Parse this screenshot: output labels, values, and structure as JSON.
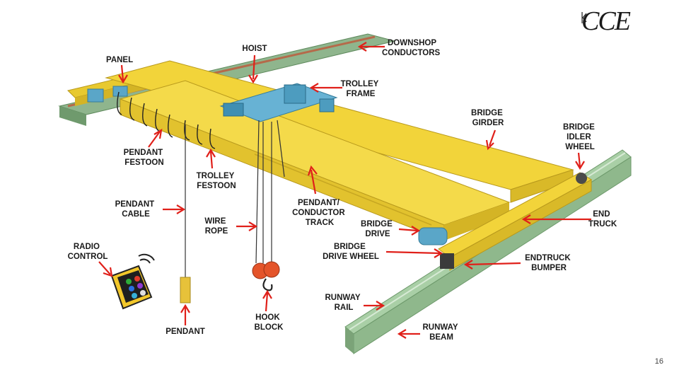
{
  "logo": {
    "text": "CCE"
  },
  "page_number": "16",
  "colors": {
    "crane_yellow": "#f2d43a",
    "hoist_blue": "#5aa6c8",
    "rail_green": "#9cc29a",
    "arrow_red": "#e0201a"
  },
  "labels": {
    "hoist": [
      "HOIST"
    ],
    "downshop_conductors": [
      "DOWNSHOP",
      "CONDUCTORS"
    ],
    "panel": [
      "PANEL"
    ],
    "trolley_frame": [
      "TROLLEY",
      "FRAME"
    ],
    "bridge_girder": [
      "BRIDGE",
      "GIRDER"
    ],
    "bridge_idler_wheel": [
      "BRIDGE",
      "IDLER",
      "WHEEL"
    ],
    "pendant_festoon": [
      "PENDANT",
      "FESTOON"
    ],
    "trolley_festoon": [
      "TROLLEY",
      "FESTOON"
    ],
    "pendant_cable": [
      "PENDANT",
      "CABLE"
    ],
    "pendant_conductor_track": [
      "PENDANT/",
      "CONDUCTOR",
      "TRACK"
    ],
    "wire_rope": [
      "WIRE",
      "ROPE"
    ],
    "end_truck": [
      "END",
      "TRUCK"
    ],
    "bridge_drive": [
      "BRIDGE",
      "DRIVE"
    ],
    "bridge_drive_wheel": [
      "BRIDGE",
      "DRIVE WHEEL"
    ],
    "radio_control": [
      "RADIO",
      "CONTROL"
    ],
    "endtruck_bumper": [
      "ENDTRUCK",
      "BUMPER"
    ],
    "runway_rail": [
      "RUNWAY",
      "RAIL"
    ],
    "hook_block": [
      "HOOK",
      "BLOCK"
    ],
    "runway_beam": [
      "RUNWAY",
      "BEAM"
    ],
    "pendant": [
      "PENDANT"
    ]
  }
}
